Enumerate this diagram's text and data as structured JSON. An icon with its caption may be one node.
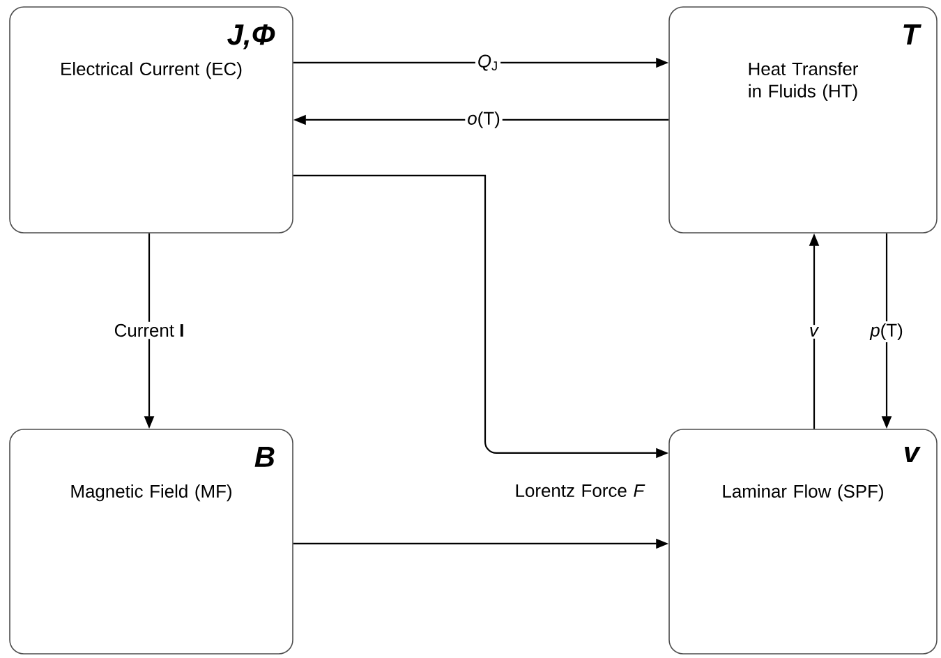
{
  "diagram": {
    "nodes": [
      {
        "text": [
          "J,Φ",
          "Electrical Current (EC)"
        ]
      },
      {
        "text": [
          "T",
          "Heat Transfer in Fluids (HT)"
        ]
      },
      {
        "text": [
          "B",
          "Magnetic Field (MF)"
        ]
      },
      {
        "text": [
          "v",
          "Laminar Flow (SPF)"
        ]
      }
    ],
    "edges": [
      {
        "from": 0,
        "to": 1,
        "arrow": "to",
        "label": "*Q*$_{J}$"
      },
      {
        "from": 1,
        "to": 0,
        "arrow": "to",
        "label": "*o*(T)"
      },
      {
        "from": 0,
        "to": 3,
        "arrow": "to",
        "label": "Lorentz Force *F*"
      },
      {
        "from": 2,
        "to": 3,
        "arrow": "to"
      },
      {
        "from": 0,
        "to": 2,
        "arrow": "to",
        "label": "Current **I**"
      },
      {
        "from": 3,
        "to": 1,
        "arrow": "to",
        "label": "*v*"
      },
      {
        "from": 1,
        "to": 3,
        "arrow": "to",
        "label": "*p*(T)"
      }
    ]
  }
}
